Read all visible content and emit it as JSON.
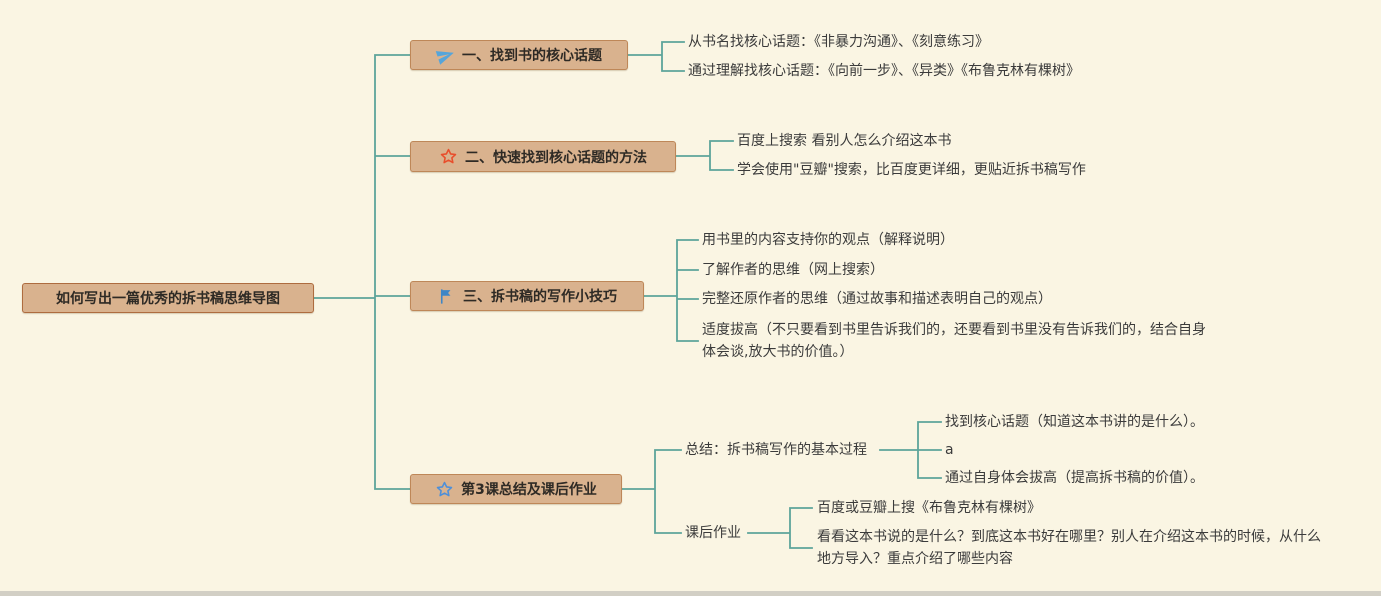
{
  "title": "如何写出一篇优秀的拆书稿思维导图",
  "root": {
    "label": "如何写出一篇优秀的拆书稿思维导图"
  },
  "branches": [
    {
      "label": "一、找到书的核心话题",
      "icon": "paper-plane-icon",
      "children": [
        {
          "label": "从书名找核心话题：《非暴力沟通》、《刻意练习》"
        },
        {
          "label": "通过理解找核心话题：《向前一步》、《异类》《布鲁克林有棵树》"
        }
      ]
    },
    {
      "label": "二、快速找到核心话题的方法",
      "icon": "red-star-icon",
      "children": [
        {
          "label": "百度上搜索 看别人怎么介绍这本书"
        },
        {
          "label": "学会使用\"豆瓣\"搜索，比百度更详细，更贴近拆书稿写作"
        }
      ]
    },
    {
      "label": "三、拆书稿的写作小技巧",
      "icon": "blue-flag-icon",
      "children": [
        {
          "label": "用书里的内容支持你的观点（解释说明）"
        },
        {
          "label": "了解作者的思维（网上搜索）"
        },
        {
          "label": "完整还原作者的思维（通过故事和描述表明自己的观点）"
        },
        {
          "label": "适度拔高（不只要看到书里告诉我们的，还要看到书里没有告诉我们的，结合自身体会谈,放大书的价值。）"
        }
      ]
    },
    {
      "label": "第3课总结及课后作业",
      "icon": "blue-star-icon",
      "children": [
        {
          "label": "总结：拆书稿写作的基本过程",
          "children": [
            {
              "label": "找到核心话题（知道这本书讲的是什么）。"
            },
            {
              "label": "a"
            },
            {
              "label": "通过自身体会拔高（提高拆书稿的价值）。"
            }
          ]
        },
        {
          "label": "课后作业",
          "children": [
            {
              "label": "百度或豆瓣上搜《布鲁克林有棵树》"
            },
            {
              "label": "看看这本书说的是什么？到底这本书好在哪里？别人在介绍这本书的时候，从什么地方导入？重点介绍了哪些内容"
            }
          ]
        }
      ]
    }
  ],
  "colors": {
    "background": "#FAF5E3",
    "node_fill": "#D9B28E",
    "node_border": "#BE8758",
    "connector": "#5CA49A",
    "text": "#3B3B3B",
    "icon_blue": "#4D8FD9",
    "icon_light_blue": "#56A5DA",
    "icon_red": "#E84E2C"
  }
}
